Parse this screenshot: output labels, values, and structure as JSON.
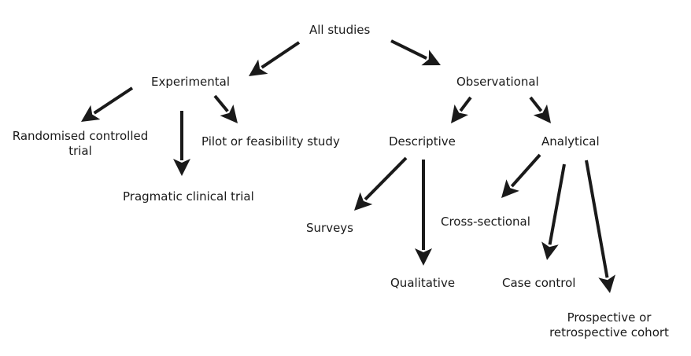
{
  "nodes": {
    "all_studies": "All studies",
    "experimental": "Experimental",
    "observational": "Observational",
    "rct_line1": "Randomised controlled",
    "rct_line2": "trial",
    "pilot": "Pilot or feasibility study",
    "pragmatic": "Pragmatic clinical trial",
    "descriptive": "Descriptive",
    "analytical": "Analytical",
    "surveys": "Surveys",
    "qualitative": "Qualitative",
    "cross_sectional": "Cross-sectional",
    "case_control": "Case control",
    "cohort_line1": "Prospective or",
    "cohort_line2": "retrospective cohort"
  },
  "edges": [
    {
      "from": "all_studies",
      "to": "experimental"
    },
    {
      "from": "all_studies",
      "to": "observational"
    },
    {
      "from": "experimental",
      "to": "rct"
    },
    {
      "from": "experimental",
      "to": "pragmatic"
    },
    {
      "from": "experimental",
      "to": "pilot"
    },
    {
      "from": "observational",
      "to": "descriptive"
    },
    {
      "from": "observational",
      "to": "analytical"
    },
    {
      "from": "descriptive",
      "to": "surveys"
    },
    {
      "from": "descriptive",
      "to": "qualitative"
    },
    {
      "from": "analytical",
      "to": "cross_sectional"
    },
    {
      "from": "analytical",
      "to": "case_control"
    },
    {
      "from": "analytical",
      "to": "cohort"
    }
  ],
  "colors": {
    "ink": "#1a1a1a",
    "background": "#ffffff"
  }
}
